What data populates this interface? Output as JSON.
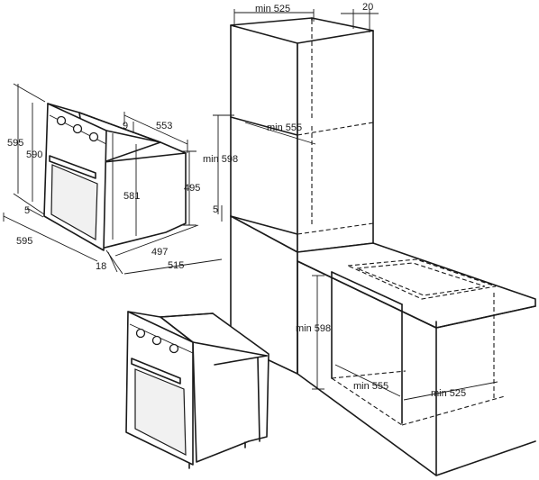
{
  "oven_dimensions": {
    "height_total": "595",
    "height_front": "590",
    "depth_total": "553",
    "panel_offset": "9",
    "inner_height": "581",
    "side_height": "495",
    "bottom_offset": "5",
    "width_total": "595",
    "depth_body": "497",
    "depth_rear": "515",
    "front_thickness": "18"
  },
  "column_dimensions": {
    "min_depth": "min 525",
    "rear_gap": "20",
    "min_width": "min 555",
    "min_height": "min 598",
    "floor_offset": "5"
  },
  "under_counter_dimensions": {
    "min_height": "min 598",
    "min_width": "min 555",
    "min_depth": "min 525"
  }
}
